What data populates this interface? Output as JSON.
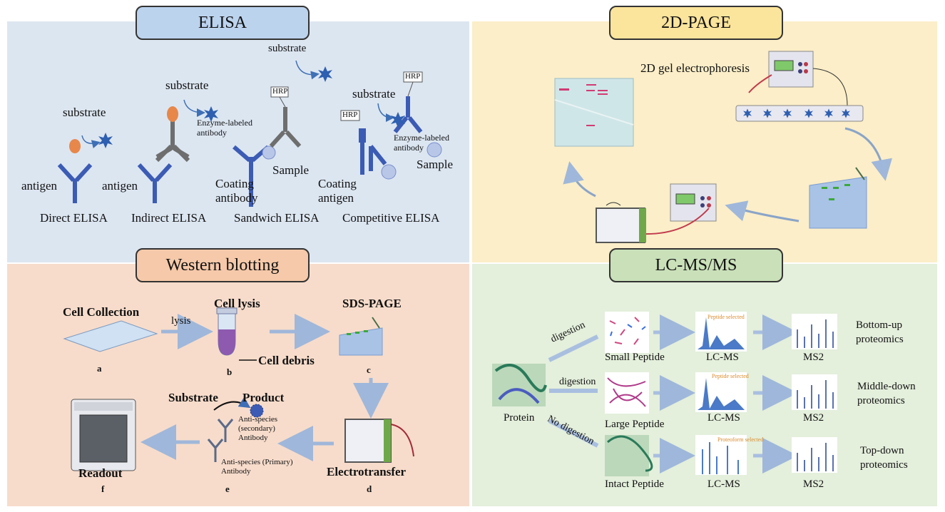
{
  "elisa": {
    "title": "ELISA",
    "direct": {
      "label": "Direct ELISA",
      "substrate": "substrate",
      "antigen": "antigen"
    },
    "indirect": {
      "label": "Indirect ELISA",
      "substrate": "substrate",
      "enzyme_antibody": "Enzyme-labeled antibody",
      "antigen": "antigen"
    },
    "sandwich": {
      "label": "Sandwich ELISA",
      "substrate": "substrate",
      "hrp": "HRP",
      "sample": "Sample",
      "coating": "Coating antibody"
    },
    "competitive": {
      "label": "Competitive ELISA",
      "substrate": "substrate",
      "hrp_top": "HRP",
      "hrp_left": "HRP",
      "enzyme_antibody": "Enzyme-labeled antibody",
      "sample": "Sample",
      "coating": "Coating antigen"
    }
  },
  "page2d": {
    "title": "2D-PAGE",
    "gel_label": "2D gel electrophoresis"
  },
  "western": {
    "title": "Western blotting",
    "cell_collection": "Cell Collection",
    "lysis": "lysis",
    "cell_lysis": "Cell lysis",
    "cell_debris": "Cell debris",
    "sds_page": "SDS-PAGE",
    "electrotransfer": "Electrotransfer",
    "substrate": "Substrate",
    "product": "Product",
    "secondary": "Anti-species (secondary) Antibody",
    "primary": "Anti-species (Primary) Antibody",
    "readout": "Readout",
    "letters": [
      "a",
      "b",
      "c",
      "d",
      "e",
      "f"
    ]
  },
  "lcms": {
    "title": "LC-MS/MS",
    "protein": "Protein",
    "rows": [
      {
        "digestion": "digestion",
        "peptide": "Small Peptide",
        "lcms": "LC-MS",
        "ms2": "MS2",
        "proteomics": "Bottom-up proteomics",
        "selected": "Peptide selected"
      },
      {
        "digestion": "digestion",
        "peptide": "Large Peptide",
        "lcms": "LC-MS",
        "ms2": "MS2",
        "proteomics": "Middle-down proteomics",
        "selected": "Peptide selected"
      },
      {
        "digestion": "No digestion",
        "peptide": "Intact Peptide",
        "lcms": "LC-MS",
        "ms2": "MS2",
        "proteomics": "Top-down proteomics",
        "selected": "Proteoform selected"
      }
    ]
  },
  "colors": {
    "antibody": "#3b5bb5",
    "hrp_ball": "#e8874a",
    "gray": "#6e6e6e",
    "star": "#2e6fc0",
    "arrow": "#a9bfe0"
  }
}
